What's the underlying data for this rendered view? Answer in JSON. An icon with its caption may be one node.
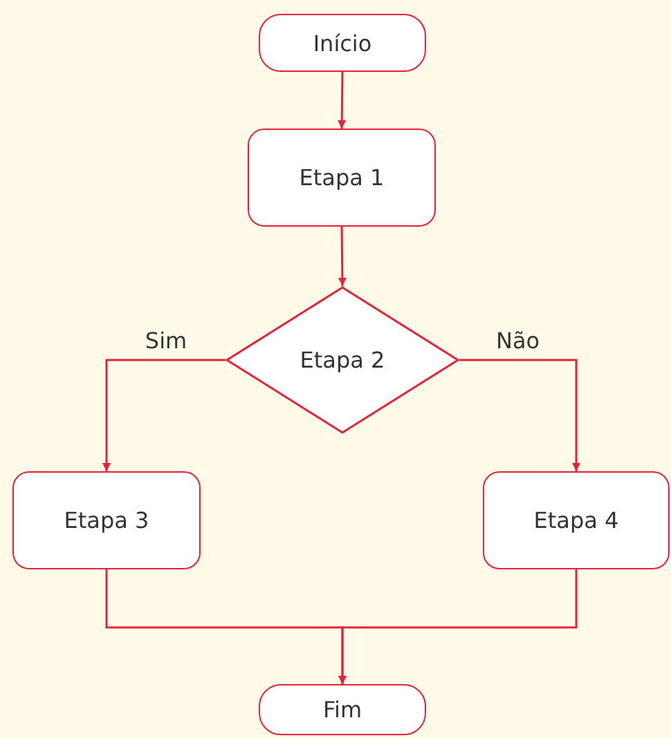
{
  "diagram": {
    "nodes": [
      {
        "text": [
          "Início"
        ]
      },
      {
        "text": [
          "Etapa 1"
        ]
      },
      {
        "text": [
          "Etapa 2"
        ]
      },
      {
        "text": [
          "Etapa 3"
        ]
      },
      {
        "text": [
          "Etapa 4"
        ]
      },
      {
        "text": [
          "Fim"
        ]
      }
    ],
    "edges": [
      {
        "from": 0,
        "to": 1,
        "arrow": "to"
      },
      {
        "from": 1,
        "to": 2,
        "arrow": "to"
      },
      {
        "from": 2,
        "to": 3,
        "arrow": "to",
        "label": "Sim"
      },
      {
        "from": 2,
        "to": 4,
        "arrow": "to",
        "label": "Não"
      },
      {
        "from": 3,
        "to": 5,
        "arrow": "to"
      },
      {
        "from": 4,
        "to": 5,
        "arrow": "to"
      }
    ]
  }
}
